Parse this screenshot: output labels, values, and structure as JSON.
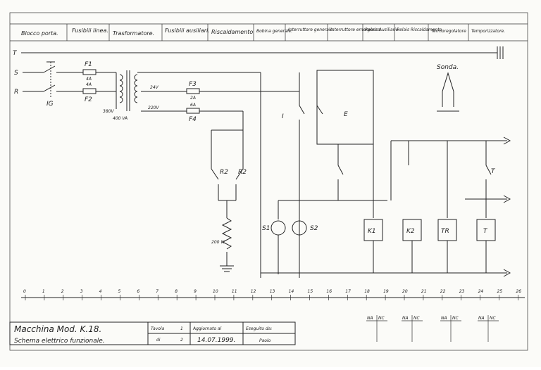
{
  "header": {
    "cells": [
      "Blocco porta.",
      "Fusibili linea.",
      "Trasformatore.",
      "Fusibili ausiliari.",
      "Riscaldamento",
      "Bobina generale.",
      "Interruttore generale.",
      "Interruttore emergenza.",
      "Relais Ausiliario",
      "Relais Riscaldamento",
      "Termoregolatore",
      "Temporizzatore."
    ]
  },
  "lines": {
    "t": "T",
    "s": "S",
    "r": "R"
  },
  "labels": {
    "ig": "IG",
    "f1": "F1",
    "f1_rating": "4A",
    "f2": "F2",
    "f2_rating": "4A",
    "f3": "F3",
    "f3_rating": "2A",
    "f4": "F4",
    "f4_rating": "6A",
    "v380": "380V",
    "v24": "24V",
    "v220": "220V",
    "va": "400 VA",
    "r2a": "R2",
    "r2b": "R2",
    "heater": "200 W",
    "s1": "S1",
    "s2": "S2",
    "i": "I",
    "e": "E",
    "k1": "K1",
    "k2": "K2",
    "tr": "TR",
    "t": "T",
    "t_contact": "T",
    "sonda": "Sonda."
  },
  "ruler": {
    "ticks": [
      "0",
      "1",
      "2",
      "3",
      "4",
      "5",
      "6",
      "7",
      "8",
      "9",
      "10",
      "11",
      "12",
      "13",
      "14",
      "15",
      "16",
      "17",
      "18",
      "19",
      "20",
      "21",
      "22",
      "23",
      "24",
      "25",
      "26"
    ]
  },
  "title_block": {
    "line1": "Macchina Mod. K.18.",
    "line2": "Schema elettrico funzionale.",
    "tavola_label": "Tavola",
    "tavola_num": "1",
    "di_label": "di",
    "di_num": "2",
    "aggiornato_label": "Aggiornato al",
    "aggiornato_date": "14.07.1999.",
    "eseguito_label": "Eseguito da:",
    "eseguito_name": "Paolo"
  },
  "contact_tables": [
    {
      "na": "NA",
      "nc": "NC"
    },
    {
      "na": "NA",
      "nc": "NC"
    },
    {
      "na": "NA",
      "nc": "NC"
    },
    {
      "na": "NA",
      "nc": "NC"
    }
  ]
}
